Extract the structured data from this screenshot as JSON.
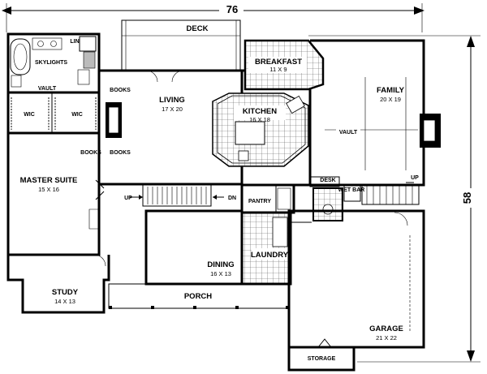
{
  "plan": {
    "width_label": "76",
    "depth_label": "58"
  },
  "rooms": {
    "deck": {
      "name": "DECK"
    },
    "breakfast": {
      "name": "BREAKFAST",
      "size": "11 X 9"
    },
    "family": {
      "name": "FAMILY",
      "size": "20 X 19"
    },
    "kitchen": {
      "name": "KITCHEN",
      "size": "16 X 18"
    },
    "living": {
      "name": "LIVING",
      "size": "17 X 20"
    },
    "master": {
      "name": "MASTER SUITE",
      "size": "15 X 16"
    },
    "study": {
      "name": "STUDY",
      "size": "14 X 13"
    },
    "dining": {
      "name": "DINING",
      "size": "16 X 13"
    },
    "porch": {
      "name": "PORCH"
    },
    "laundry": {
      "name": "LAUNDRY"
    },
    "garage": {
      "name": "GARAGE",
      "size": "21 X 22"
    },
    "storage": {
      "name": "STORAGE"
    },
    "pantry": {
      "name": "PANTRY"
    },
    "desk": {
      "name": "DESK"
    },
    "wetbar": {
      "name": "WET BAR"
    },
    "skylights": {
      "name": "SKYLIGHTS"
    },
    "lin": {
      "name": "LIN"
    }
  },
  "labels": {
    "vault_master": "VAULT",
    "vault_family": "VAULT",
    "wic_left": "WIC",
    "wic_right": "WIC",
    "books_top": "BOOKS",
    "books_mid_left": "BOOKS",
    "books_mid_right": "BOOKS",
    "up_stair": "UP",
    "dn_stair": "DN",
    "up_family": "UP"
  }
}
